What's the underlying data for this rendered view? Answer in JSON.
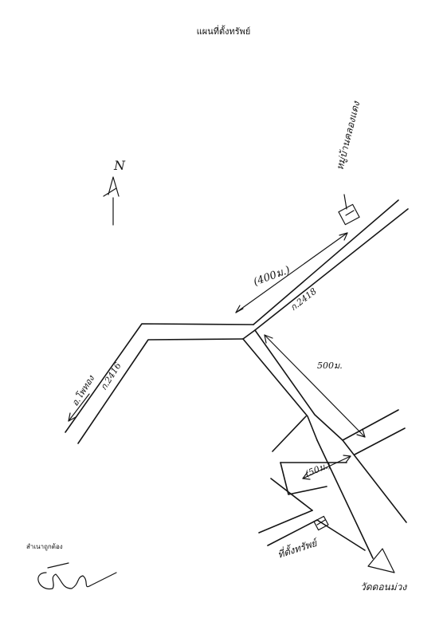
{
  "document": {
    "title": "แผนที่ตั้งทรัพย์",
    "certified_copy_label": "สำเนาถูกต้อง",
    "signature_text": "ธรร"
  },
  "map": {
    "north_marker": "N",
    "roads": {
      "main_road_code": "ก.2418",
      "west_road_code": "ก.2416",
      "west_direction": "อ.โพทอง"
    },
    "distances": {
      "to_landmark": "(400ม.)",
      "side_road": "500ม.",
      "branch": "(50ม.)"
    },
    "places": {
      "landmark": "หมู่บ้านคลองแดง",
      "property": "ที่ตั้งทรัพย์",
      "temple": "วัดดอนม่วง"
    }
  }
}
